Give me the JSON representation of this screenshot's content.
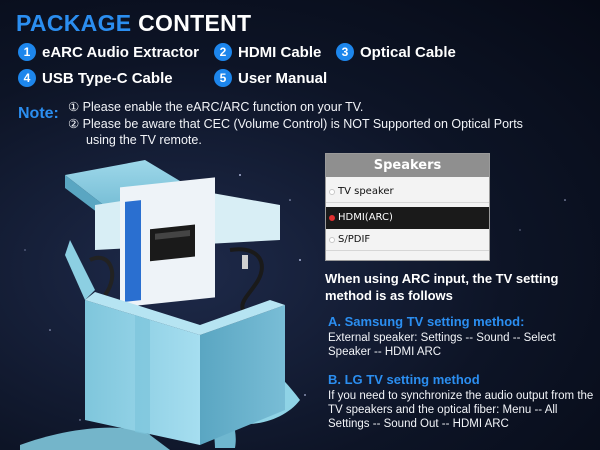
{
  "header": {
    "title_part1": "PACKAGE",
    "title_part2": "CONTENT"
  },
  "items": [
    {
      "num": "1",
      "label": "eARC Audio Extractor"
    },
    {
      "num": "2",
      "label": "HDMI Cable"
    },
    {
      "num": "3",
      "label": "Optical Cable"
    },
    {
      "num": "4",
      "label": "USB Type-C Cable"
    },
    {
      "num": "5",
      "label": "User Manual"
    }
  ],
  "note": {
    "label": "Note:",
    "line1": "① Please enable the eARC/ARC function on your TV.",
    "line2": "② Please be aware that CEC (Volume Control) is NOT Supported on Optical Ports",
    "line3": "using the TV remote."
  },
  "speakers_menu": {
    "title": "Speakers",
    "options": [
      "TV speaker",
      "HDMI(ARC)",
      "S/PDIF"
    ],
    "selected": "HDMI(ARC)"
  },
  "arc": {
    "intro": "When using ARC input, the TV setting method  is as follows"
  },
  "samsung": {
    "title": "A. Samsung TV setting method:",
    "body": "External speaker: Settings -- Sound -- Select Speaker -- HDMI ARC"
  },
  "lg": {
    "title": "B. LG TV setting method",
    "body": "If you need to synchronize the audio output from the TV speakers and the optical fiber: Menu -- All Settings -- Sound Out -- HDMI ARC"
  },
  "colors": {
    "accent_blue": "#2b8ef0",
    "badge_blue": "#1d86ec",
    "box_blue": "#8fd3e6",
    "background": "#0d1426"
  }
}
